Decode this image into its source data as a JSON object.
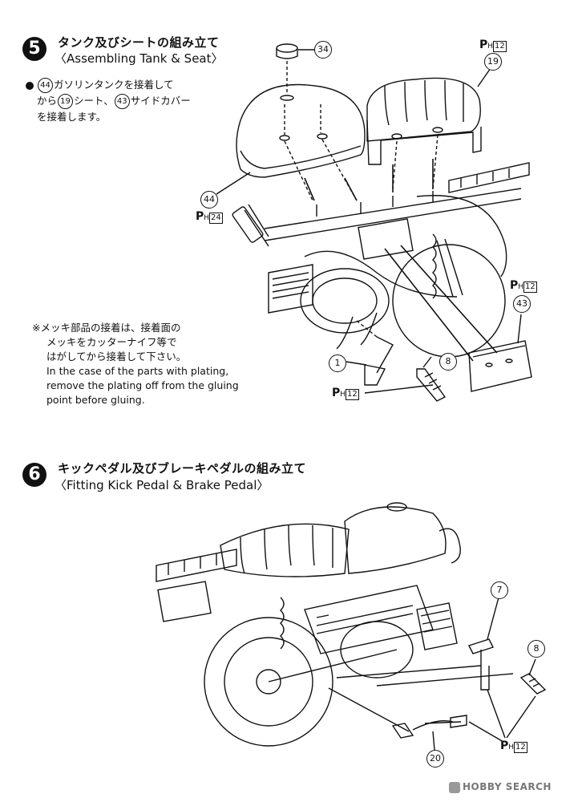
{
  "step5": {
    "number": "5",
    "title_jp": "タンク及びシートの組み立て",
    "title_en": "〈Assembling Tank &  Seat〉",
    "instruction": {
      "part_a": "44",
      "line1": "ガソリンタンクを接着して",
      "line2_pre": "から",
      "part_b": "19",
      "line2_mid": "シート、",
      "part_c": "43",
      "line2_post": "サイドカバー",
      "line3": "を接着します。"
    },
    "plating_note": {
      "jp1": "※メッキ部品の接着は、接着面の",
      "jp2": "メッキをカッターナイフ等で",
      "jp3": "はがしてから接着して下さい。",
      "en1": "In the case of the parts with plating,",
      "en2": "remove the plating off from the gluing",
      "en3": "point before gluing."
    },
    "callouts": {
      "c34": "34",
      "c19": "19",
      "c44": "44",
      "c43": "43",
      "c1": "1",
      "c8": "8"
    },
    "refs": {
      "r19": {
        "p": "P",
        "h": "H",
        "box": "12"
      },
      "r44": {
        "p": "P",
        "h": "H",
        "box": "24"
      },
      "r43": {
        "p": "P",
        "h": "H",
        "box": "12"
      },
      "r1": {
        "p": "P",
        "h": "H",
        "box": "12"
      }
    }
  },
  "step6": {
    "number": "6",
    "title_jp": "キックペダル及びブレーキペダルの組み立て",
    "title_en": "〈Fitting Kick Pedal & Brake Pedal〉",
    "callouts": {
      "c7": "7",
      "c8": "8",
      "c20": "20"
    },
    "refs": {
      "r7": {
        "p": "P",
        "h": "H",
        "box": "12"
      }
    }
  },
  "watermark": {
    "text": "HOBBY SEARCH"
  }
}
